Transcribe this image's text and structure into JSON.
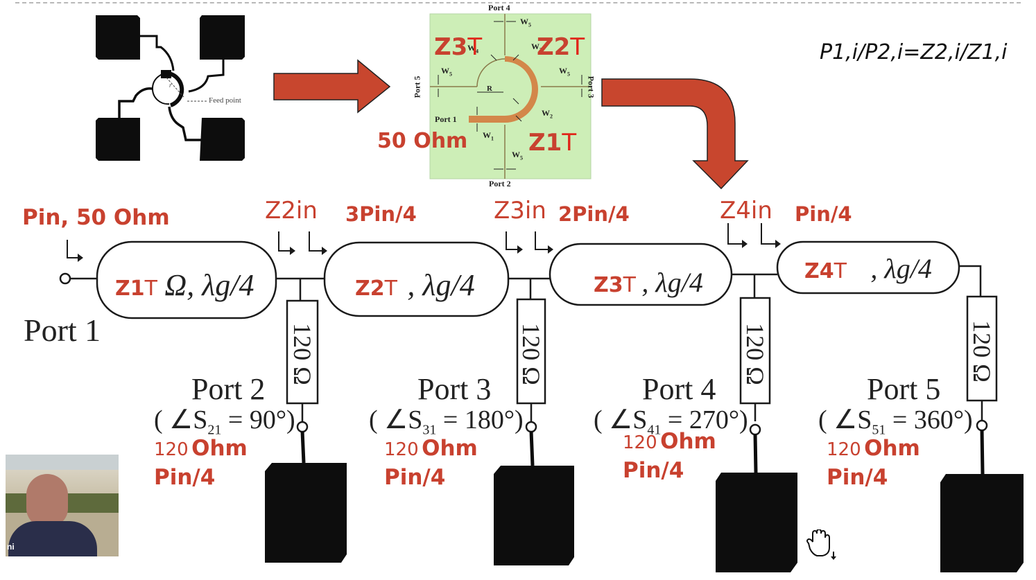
{
  "formula": "P1,i/P2,i=Z2,i/Z1,i",
  "colors": {
    "annotation_red": "#c8412f",
    "arrow_red": "#c8462e",
    "substrate_green": "#cdeeb7",
    "microstrip_copper": "#d3874a",
    "ink": "#111111"
  },
  "antenna_figure": {
    "feed_label": "Feed point",
    "radius_label": "r"
  },
  "layout_figure": {
    "ports": {
      "top": "Port 4",
      "bottom": "Port 2",
      "left": "Port 5",
      "right": "Port 3",
      "feed": "Port 1"
    },
    "width_labels": {
      "w1": "W",
      "w1_sub": "1",
      "w2": "W",
      "w2_sub": "2",
      "w4": "W",
      "w4_sub": "4",
      "w3": "W",
      "w3_sub": "3",
      "w5": "W",
      "w5_sub": "5"
    },
    "radius_label": "R",
    "overlays": {
      "z3": "Z3",
      "z3_t": "T",
      "z2": "Z2",
      "z2_t": "T",
      "z1": "Z1",
      "z1_t": "T",
      "feed_impedance": "50 Ohm"
    }
  },
  "schematic": {
    "input_label": "Pin, 50 Ohm",
    "port1_label": "Port 1",
    "sections": [
      {
        "z_label": "Z1",
        "z_t": "T",
        "suffix": "Ω, λg/4"
      },
      {
        "z_label": "Z2",
        "z_t": "T",
        "suffix": ", λg/4"
      },
      {
        "z_label": "Z3",
        "z_t": "T",
        "suffix": ", λg/4"
      },
      {
        "z_label": "Z4",
        "z_t": "T",
        "suffix": ", λg/4"
      }
    ],
    "junction_labels": [
      {
        "zin": "Z2in",
        "power": "3Pin/4"
      },
      {
        "zin": "Z3in",
        "power": "2Pin/4"
      },
      {
        "zin": "Z4in",
        "power": "Pin/4"
      }
    ],
    "resistor_label": "120 Ω",
    "output_ports": [
      {
        "name": "Port 2",
        "s_param": "S",
        "s_sub": "21",
        "phase": "90°",
        "impedance_num": "120",
        "impedance_unit": "Ohm",
        "power": "Pin/4"
      },
      {
        "name": "Port 3",
        "s_param": "S",
        "s_sub": "31",
        "phase": "180°",
        "impedance_num": "120",
        "impedance_unit": "Ohm",
        "power": "Pin/4"
      },
      {
        "name": "Port 4",
        "s_param": "S",
        "s_sub": "41",
        "phase": "270°",
        "impedance_num": "120",
        "impedance_unit": "Ohm",
        "power": "Pin/4"
      },
      {
        "name": "Port 5",
        "s_param": "S",
        "s_sub": "51",
        "phase": "360°",
        "impedance_num": "120",
        "impedance_unit": "Ohm",
        "power": "Pin/4"
      }
    ]
  },
  "webcam": {
    "name_fragment": "ni"
  },
  "cursor": {
    "type": "hand-scroll-down"
  }
}
